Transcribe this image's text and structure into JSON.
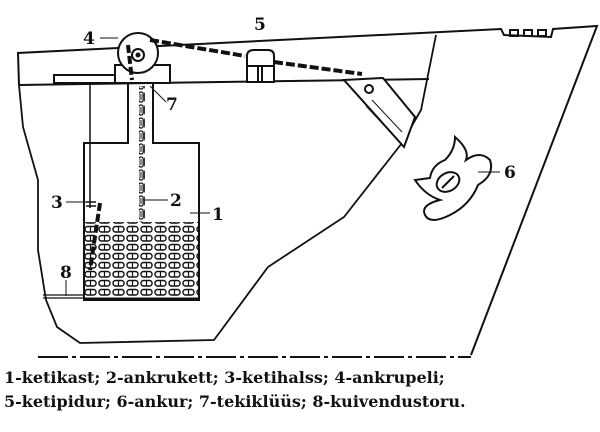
{
  "labels": {
    "l1": "1",
    "l2": "2",
    "l3": "3",
    "l4": "4",
    "l5": "5",
    "l6": "6",
    "l7": "7",
    "l8": "8"
  },
  "caption": {
    "line1": "1-ketikast; 2-ankrukett; 3-ketihalss; 4-ankrupeli;",
    "line2": "5-ketipidur; 6-ankur; 7-tekiklüüs; 8-kuivendustoru."
  }
}
